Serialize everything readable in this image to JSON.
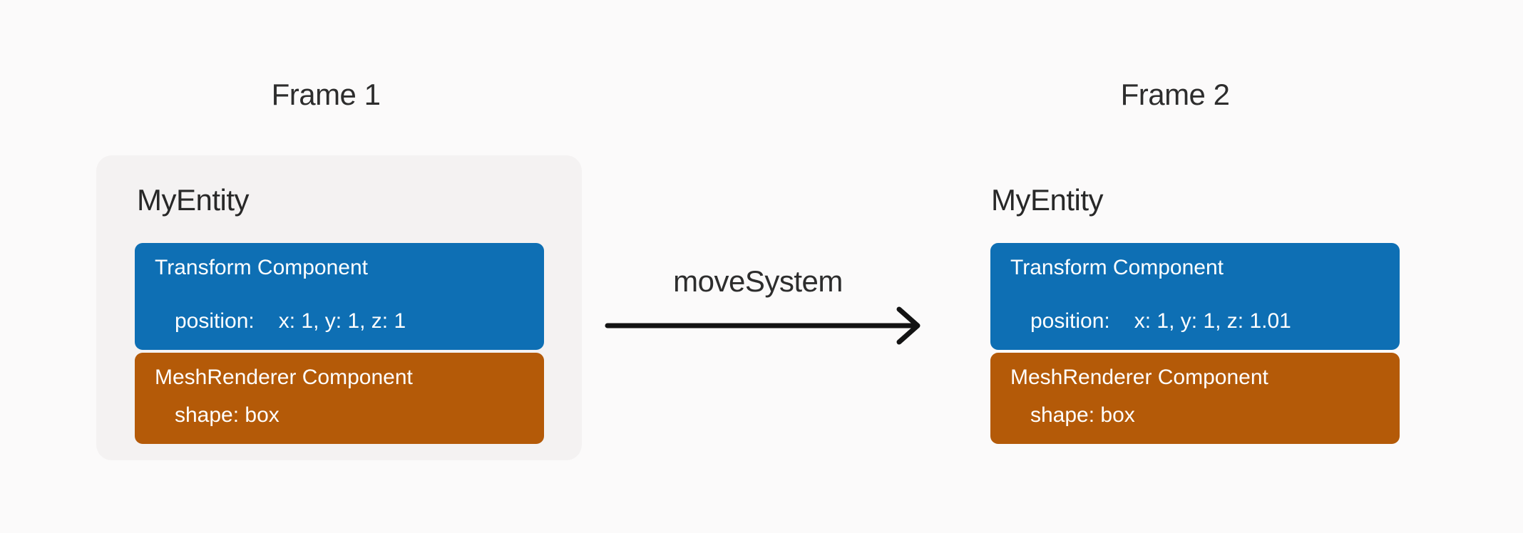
{
  "colors": {
    "page_background": "#fbfafa",
    "entity_card": "#f4f2f2",
    "transform_component": "#0e6fb4",
    "meshrenderer_component": "#b45a08",
    "label_text": "#2d2d2d",
    "component_text": "#ffffff",
    "arrow": "#131313"
  },
  "frame1": {
    "label": "Frame 1",
    "entity": {
      "name": "MyEntity",
      "transform": {
        "title": "Transform Component",
        "property_label": "position:",
        "property_value": "x: 1, y: 1, z: 1"
      },
      "mesh_renderer": {
        "title": "MeshRenderer Component",
        "property": "shape: box"
      }
    }
  },
  "system": {
    "label": "moveSystem"
  },
  "frame2": {
    "label": "Frame 2",
    "entity": {
      "name": "MyEntity",
      "transform": {
        "title": "Transform Component",
        "property_label": "position:",
        "property_value": "x: 1, y: 1, z: 1.01"
      },
      "mesh_renderer": {
        "title": "MeshRenderer Component",
        "property": "shape: box"
      }
    }
  }
}
